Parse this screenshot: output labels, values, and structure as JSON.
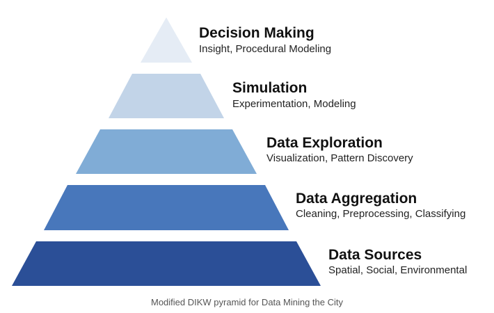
{
  "diagram": {
    "tiers": [
      {
        "title": "Decision Making",
        "subtitle": "Insight, Procedural Modeling",
        "color": "#e5ecf5"
      },
      {
        "title": "Simulation",
        "subtitle": "Experimentation, Modeling",
        "color": "#c2d4e8"
      },
      {
        "title": "Data Exploration",
        "subtitle": "Visualization, Pattern Discovery",
        "color": "#80acd6"
      },
      {
        "title": "Data Aggregation",
        "subtitle": "Cleaning, Preprocessing, Classifying",
        "color": "#4877bb"
      },
      {
        "title": "Data Sources",
        "subtitle": "Spatial, Social, Environmental",
        "color": "#2b4f97"
      }
    ]
  },
  "caption": "Modified DIKW pyramid for Data Mining the City"
}
